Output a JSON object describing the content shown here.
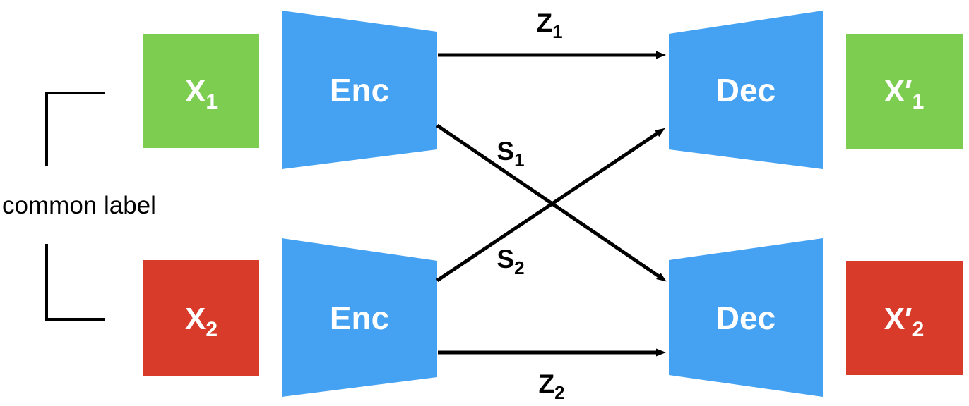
{
  "diagram": {
    "common_label": "common label",
    "colors": {
      "input_green": "#7CCD50",
      "input_red": "#D93B2B",
      "block_blue": "#45A1F1",
      "arrow_black": "#000000",
      "block_text_white": "#FFFFFF"
    },
    "inputs": [
      {
        "main": "X",
        "sub": "1"
      },
      {
        "main": "X",
        "sub": "2"
      }
    ],
    "outputs": [
      {
        "main": "X′",
        "sub": "1"
      },
      {
        "main": "X′",
        "sub": "2"
      }
    ],
    "encoders": [
      {
        "label": "Enc"
      },
      {
        "label": "Enc"
      }
    ],
    "decoders": [
      {
        "label": "Dec"
      },
      {
        "label": "Dec"
      }
    ],
    "signals": [
      {
        "main": "Z",
        "sub": "1"
      },
      {
        "main": "S",
        "sub": "1"
      },
      {
        "main": "S",
        "sub": "2"
      },
      {
        "main": "Z",
        "sub": "2"
      }
    ]
  }
}
